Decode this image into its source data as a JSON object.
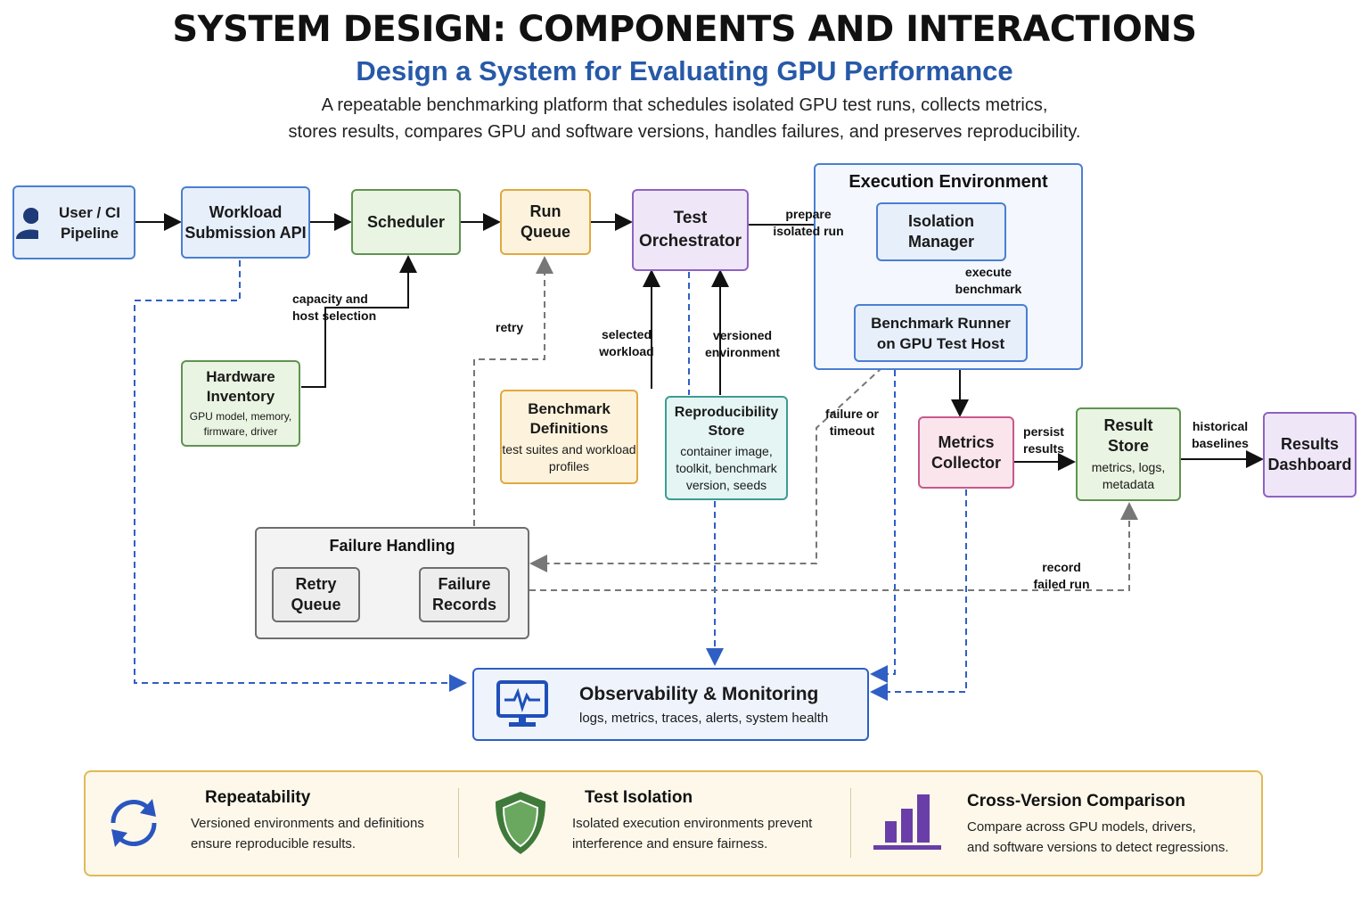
{
  "header": {
    "title": "SYSTEM DESIGN: COMPONENTS AND INTERACTIONS",
    "subtitle": "Design a System for Evaluating GPU Performance",
    "description_line1": "A repeatable benchmarking platform that schedules isolated GPU test runs, collects metrics,",
    "description_line2": "stores results, compares GPU and software versions, handles failures, and preserves reproducibility."
  },
  "nodes": {
    "user": "User / CI Pipeline",
    "workload_api": {
      "line1": "Workload",
      "line2": "Submission API"
    },
    "scheduler": "Scheduler",
    "run_queue": {
      "line1": "Run",
      "line2": "Queue"
    },
    "test_orchestrator": {
      "line1": "Test",
      "line2": "Orchestrator"
    },
    "execution_env": "Execution Environment",
    "isolation_manager": {
      "line1": "Isolation",
      "line2": "Manager"
    },
    "benchmark_runner": {
      "line1": "Benchmark Runner",
      "line2": "on GPU Test Host"
    },
    "hardware_inventory": {
      "title": "Hardware Inventory",
      "detail": "GPU model, memory, firmware, driver"
    },
    "benchmark_definitions": {
      "title": "Benchmark Definitions",
      "detail": "test suites and workload profiles"
    },
    "reproducibility_store": {
      "title": "Reproducibility Store",
      "detail": "container image, toolkit, benchmark version, seeds"
    },
    "metrics_collector": {
      "line1": "Metrics",
      "line2": "Collector"
    },
    "result_store": {
      "title": "Result Store",
      "detail": "metrics, logs, metadata"
    },
    "results_dashboard": {
      "line1": "Results",
      "line2": "Dashboard"
    },
    "failure_handling": "Failure Handling",
    "retry_queue": {
      "line1": "Retry",
      "line2": "Queue"
    },
    "failure_records": {
      "line1": "Failure",
      "line2": "Records"
    },
    "observability": {
      "title": "Observability & Monitoring",
      "detail": "logs, metrics, traces, alerts, system health"
    }
  },
  "edge_labels": {
    "capacity": {
      "line1": "capacity and",
      "line2": "host selection"
    },
    "retry": "retry",
    "selected_workload": {
      "line1": "selected",
      "line2": "workload"
    },
    "versioned_environment": {
      "line1": "versioned",
      "line2": "environment"
    },
    "prepare": {
      "line1": "prepare",
      "line2": "isolated run"
    },
    "execute": {
      "line1": "execute",
      "line2": "benchmark"
    },
    "failure_timeout": {
      "line1": "failure or",
      "line2": "timeout"
    },
    "persist": {
      "line1": "persist",
      "line2": "results"
    },
    "historical": {
      "line1": "historical",
      "line2": "baselines"
    },
    "record_failed": {
      "line1": "record",
      "line2": "failed run"
    }
  },
  "features": [
    {
      "icon": "refresh-cycle-icon",
      "title": "Repeatability",
      "line1": "Versioned environments and definitions",
      "line2": "ensure reproducible results."
    },
    {
      "icon": "shield-icon",
      "title": "Test Isolation",
      "line1": "Isolated execution environments prevent",
      "line2": "interference and ensure fairness."
    },
    {
      "icon": "bar-chart-icon",
      "title": "Cross-Version Comparison",
      "line1": "Compare across GPU models, drivers,",
      "line2": "and software versions to detect regressions."
    }
  ],
  "colors": {
    "accent_blue": "#2759a8",
    "dashed_blue": "#2f5fc4",
    "dashed_grey": "#777777",
    "green_shield": "#3f7a3a",
    "bar_purple": "#6a3ea8",
    "feature_border": "#e2b857"
  }
}
